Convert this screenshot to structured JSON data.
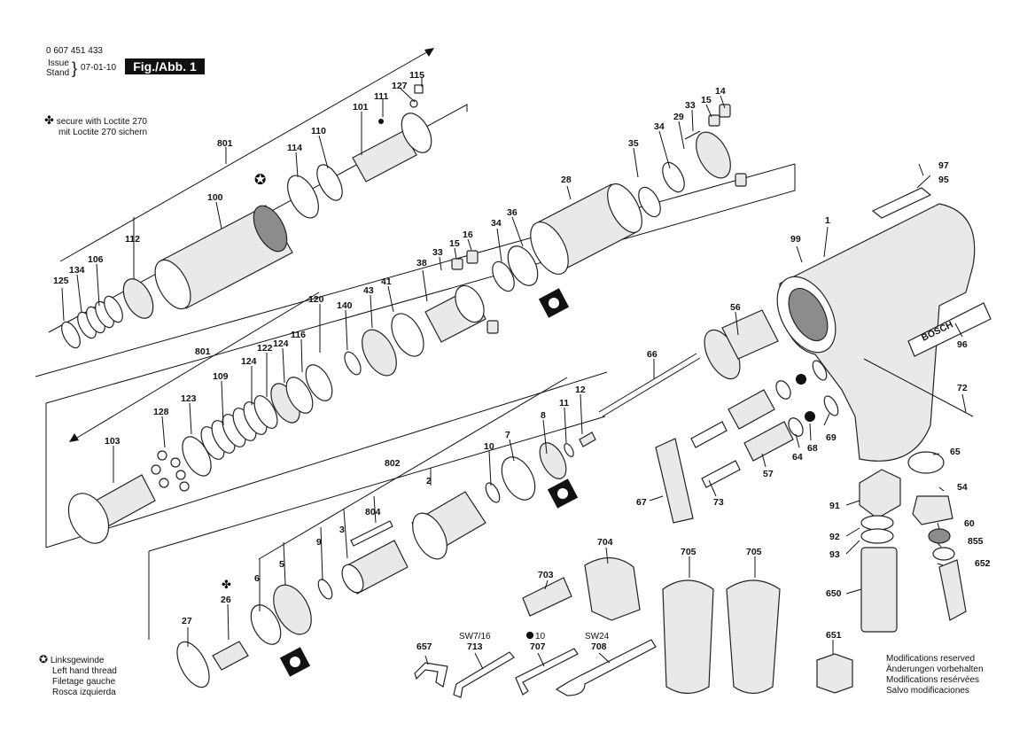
{
  "header": {
    "part_number": "0 607 451 433",
    "issue_label": "Issue",
    "stand_label": "Stand",
    "issue_date": "07-01-10",
    "figure_label": "Fig./Abb. 1"
  },
  "notes": {
    "loctite_en": "secure with Loctite 270",
    "loctite_de": "mit Loctite 270 sichern",
    "lh_thread": [
      "Linksgewinde",
      "Left hand thread",
      "Filetage gauche",
      "Rosca izquierda"
    ],
    "modifications": [
      "Modifications reserved",
      "Änderungen vorbehalten",
      "Modifications resérvées",
      "Salvo modificaciones"
    ]
  },
  "brand": "BOSCH",
  "tool_labels": {
    "sw7_16": "SW7/16",
    "dot10": "10",
    "sw24": "SW24"
  },
  "part_labels": [
    "115",
    "127",
    "111",
    "101",
    "110",
    "114",
    "801",
    "100",
    "112",
    "106",
    "134",
    "125",
    "14",
    "15",
    "33",
    "29",
    "34",
    "35",
    "28",
    "36",
    "34",
    "16",
    "15",
    "33",
    "38",
    "97",
    "95",
    "1",
    "99",
    "96",
    "140",
    "43",
    "41",
    "120",
    "116",
    "124",
    "122",
    "124",
    "109",
    "123",
    "128",
    "103",
    "801",
    "56",
    "66",
    "72",
    "12",
    "11",
    "8",
    "7",
    "10",
    "802",
    "2",
    "804",
    "3",
    "9",
    "5",
    "6",
    "26",
    "27",
    "65",
    "54",
    "91",
    "60",
    "92",
    "855",
    "93",
    "652",
    "650",
    "651",
    "69",
    "68",
    "64",
    "57",
    "73",
    "67",
    "704",
    "703",
    "705",
    "705",
    "657",
    "713",
    "707",
    "708"
  ],
  "colors": {
    "ink": "#111111",
    "paper": "#ffffff",
    "part_fill": "#e9e9e9",
    "part_shade": "#8c8c8c"
  }
}
